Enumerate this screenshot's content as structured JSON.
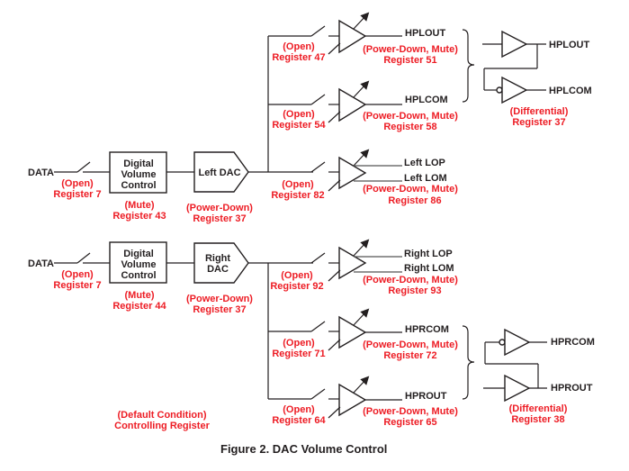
{
  "figure": {
    "caption": "Figure 2. DAC Volume Control",
    "legend": {
      "line1": "(Default Condition)",
      "line2": "Controlling Register"
    }
  },
  "colors": {
    "register_text": "#ed1c24",
    "line": "#231f20"
  },
  "left_channel": {
    "input": {
      "label": "DATA",
      "switch_state": "(Open)",
      "register": "Register 7"
    },
    "volume": {
      "line1": "Digital",
      "line2": "Volume",
      "line3": "Control",
      "state": "(Mute)",
      "register": "Register 43"
    },
    "dac": {
      "label": "Left DAC",
      "state": "(Power-Down)",
      "register": "Register 37"
    },
    "outputs": [
      {
        "switch_state": "(Open)",
        "switch_register": "Register 47",
        "output": "HPLOUT",
        "state": "(Power-Down, Mute)",
        "register": "Register 51"
      },
      {
        "switch_state": "(Open)",
        "switch_register": "Register 54",
        "output": "HPLCOM",
        "state": "(Power-Down, Mute)",
        "register": "Register 58"
      },
      {
        "switch_state": "(Open)",
        "switch_register": "Register 82",
        "output_p": "Left LOP",
        "output_m": "Left LOM",
        "state": "(Power-Down, Mute)",
        "register": "Register 86"
      }
    ],
    "differential": {
      "out1": "HPLOUT",
      "out2": "HPLCOM",
      "state": "(Differential)",
      "register": "Register 37"
    }
  },
  "right_channel": {
    "input": {
      "label": "DATA",
      "switch_state": "(Open)",
      "register": "Register 7"
    },
    "volume": {
      "line1": "Digital",
      "line2": "Volume",
      "line3": "Control",
      "state": "(Mute)",
      "register": "Register 44"
    },
    "dac": {
      "line1": "Right",
      "line2": "DAC",
      "state": "(Power-Down)",
      "register": "Register 37"
    },
    "outputs": [
      {
        "switch_state": "(Open)",
        "switch_register": "Register 92",
        "output_p": "Right LOP",
        "output_m": "Right LOM",
        "state": "(Power-Down, Mute)",
        "register": "Register 93"
      },
      {
        "switch_state": "(Open)",
        "switch_register": "Register 71",
        "output": "HPRCOM",
        "state": "(Power-Down, Mute)",
        "register": "Register 72"
      },
      {
        "switch_state": "(Open)",
        "switch_register": "Register 64",
        "output": "HPROUT",
        "state": "(Power-Down, Mute)",
        "register": "Register 65"
      }
    ],
    "differential": {
      "out1": "HPRCOM",
      "out2": "HPROUT",
      "state": "(Differential)",
      "register": "Register 38"
    }
  }
}
